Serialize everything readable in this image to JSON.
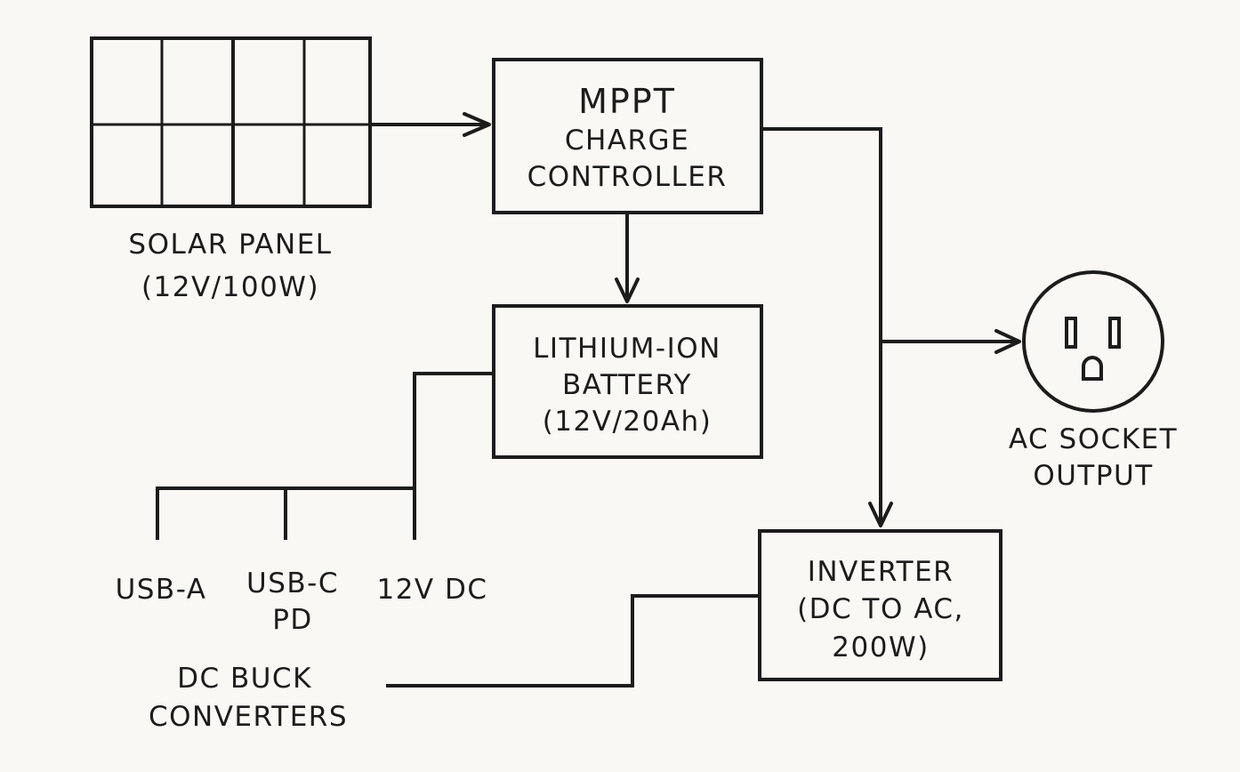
{
  "solar_panel": {
    "label_line1": "SOLAR PANEL",
    "label_line2": "(12V/100W)"
  },
  "mppt": {
    "line1": "MPPT",
    "line2": "CHARGE",
    "line3": "CONTROLLER"
  },
  "battery": {
    "line1": "LITHIUM-ION",
    "line2": "BATTERY",
    "line3": "(12V/20Ah)"
  },
  "inverter": {
    "line1": "INVERTER",
    "line2": "(DC TO AC,",
    "line3": "200W)"
  },
  "ac_socket": {
    "label_line1": "AC SOCKET",
    "label_line2": "OUTPUT"
  },
  "outputs": {
    "usb_a": "USB-A",
    "usb_c_line1": "USB-C",
    "usb_c_line2": "PD",
    "dc12": "12V DC"
  },
  "dc_buck": {
    "label_line1": "DC BUCK",
    "label_line2": "CONVERTERS"
  }
}
